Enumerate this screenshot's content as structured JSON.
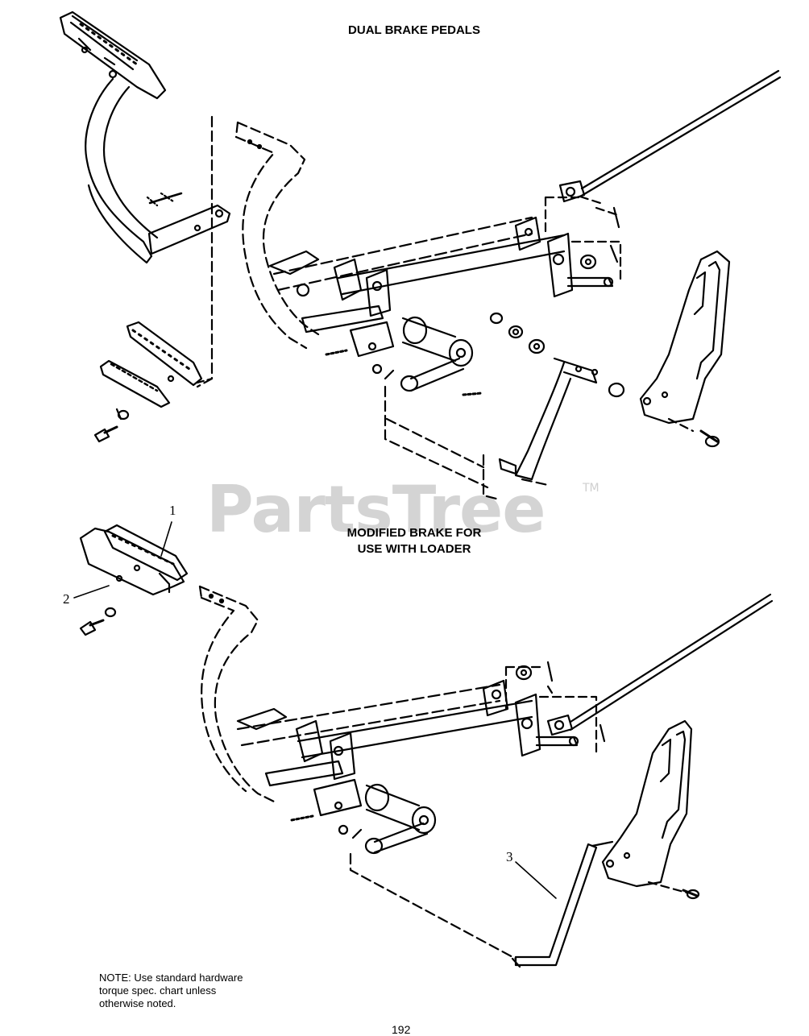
{
  "titles": {
    "top": "DUAL BRAKE PEDALS",
    "middle_line1": "MODIFIED BRAKE FOR",
    "middle_line2": "USE WITH LOADER"
  },
  "callouts": [
    "1",
    "2",
    "3"
  ],
  "note": {
    "line1": "NOTE: Use standard hardware",
    "line2": "torque spec. chart unless",
    "line3": "otherwise noted."
  },
  "watermark": {
    "text": "PartsTree",
    "trademark": "TM"
  },
  "page_number": "192",
  "colors": {
    "ink": "#000000",
    "watermark": "#d4d4d4",
    "background": "#ffffff"
  }
}
